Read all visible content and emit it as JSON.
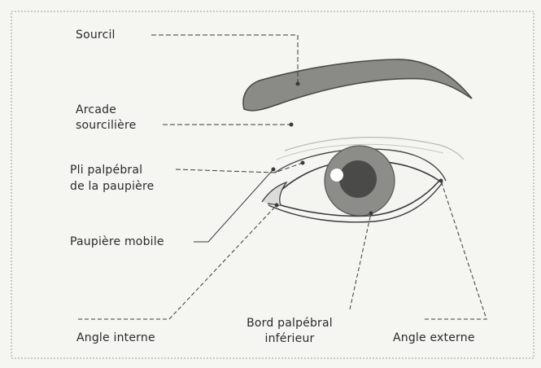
{
  "labels": {
    "sourcil": "Sourcil",
    "arcade_line1": "Arcade",
    "arcade_line2": "sourcilière",
    "pli_line1": "Pli palpébral",
    "pli_line2": "de la paupière",
    "paupiere_mobile": "Paupière mobile",
    "angle_interne": "Angle interne",
    "bord_line1": "Bord palpébral",
    "bord_line2": "inférieur",
    "angle_externe": "Angle externe"
  },
  "colors": {
    "line": "#3a3a3a",
    "brow_fill": "#8a8a86",
    "iris": "#8c8c88",
    "pupil": "#4a4a48",
    "sclera": "#f4f4f1",
    "skin_lines": "#b9b9b4"
  }
}
